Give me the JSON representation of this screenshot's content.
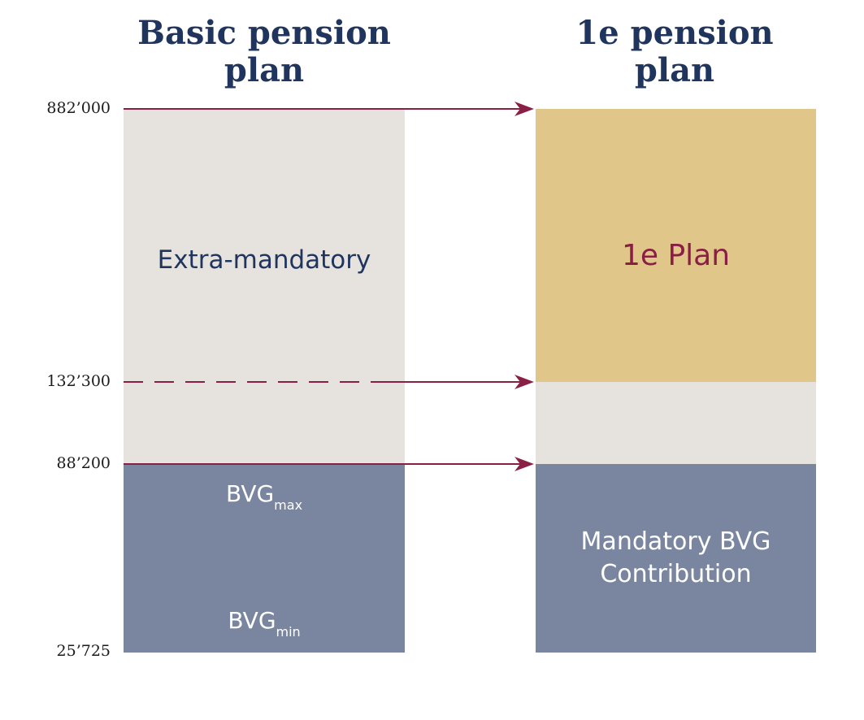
{
  "titles": {
    "left": "Basic pension plan",
    "right": "1e pension plan"
  },
  "axis_labels": [
    "882’000",
    "132’300",
    "88’200",
    "25’725"
  ],
  "left_column": {
    "extra_mandatory": "Extra-mandatory",
    "bvg_max": "BVG",
    "bvg_max_sub": "max",
    "bvg_min": "BVG",
    "bvg_min_sub": "min"
  },
  "right_column": {
    "plan_1e": "1e Plan",
    "mandatory_line1": "Mandatory BVG",
    "mandatory_line2": "Contribution"
  },
  "colors": {
    "title": "#1f355e",
    "light_gray": "#e6e3df",
    "slate": "#7a869f",
    "gold": "#e0c688",
    "arrow": "#8a1f45"
  }
}
